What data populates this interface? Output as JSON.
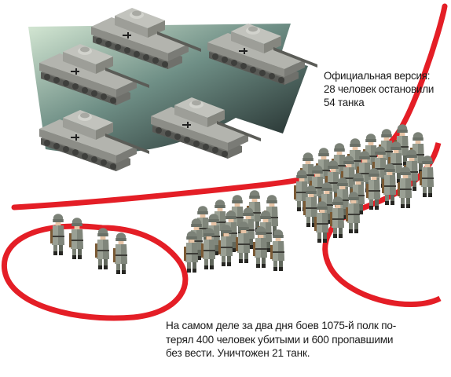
{
  "official_version": {
    "lines": [
      "Официальная версия:",
      "28 человек остановили",
      "54 танка"
    ]
  },
  "actual_version": {
    "lines": [
      "На самом деле за два дня боев 1075-й полк по-",
      "терял 400 человек убитыми и 600 пропавшими",
      "без вести. Уничтожен 21 танк."
    ]
  },
  "colors": {
    "front_line": "#e41e26",
    "arrow": "#1f2a2a",
    "tank": "#9b9c96",
    "soldier": "#8e9489",
    "text": "#1a1a1a"
  },
  "icons": {
    "tank": "tiger-tank-icon",
    "soldier": "soldier-icon",
    "arrow": "attack-arrow-icon",
    "front_line": "front-line-curve"
  }
}
